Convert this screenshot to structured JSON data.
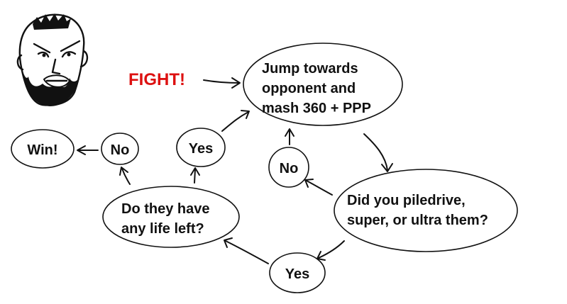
{
  "diagram": {
    "start_label": "FIGHT!",
    "nodes": {
      "jump": {
        "lines": [
          "Jump towards",
          "opponent and",
          "mash 360 + PPP"
        ]
      },
      "piledrive": {
        "lines": [
          "Did you piledrive,",
          "super, or ultra them?"
        ]
      },
      "yes_bottom": {
        "lines": [
          "Yes"
        ]
      },
      "no_right": {
        "lines": [
          "No"
        ]
      },
      "life_left": {
        "lines": [
          "Do they have",
          "any life left?"
        ]
      },
      "yes_left": {
        "lines": [
          "Yes"
        ]
      },
      "no_left": {
        "lines": [
          "No"
        ]
      },
      "win": {
        "lines": [
          "Win!"
        ]
      }
    }
  },
  "colors": {
    "yes": "#dd1111",
    "no": "#11cc11",
    "fight": "#dd1111",
    "ink": "#111111"
  },
  "icons": {
    "face": "angry-bearded-fighter-face-icon"
  }
}
